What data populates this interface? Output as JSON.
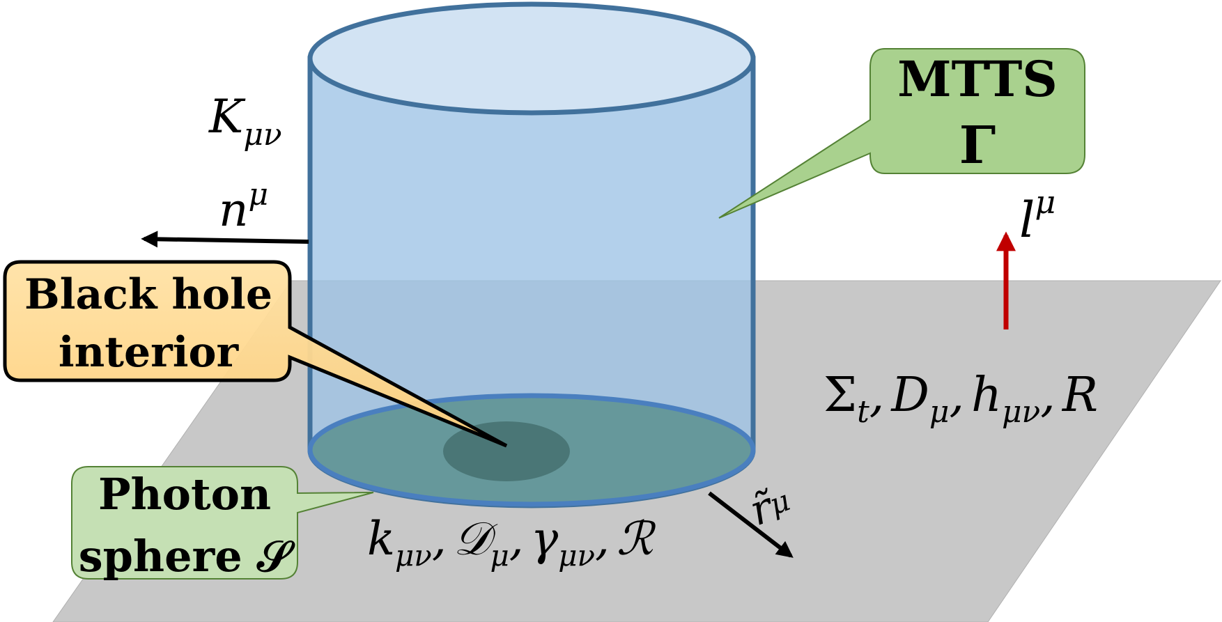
{
  "colors": {
    "plane": "#c8c8c8",
    "cylinder_fill": "#9dc3e6",
    "cylinder_top": "#d2e3f3",
    "cylinder_stroke": "#41719c",
    "base_fill": "#5f9494",
    "inner_disk": "#4a7676",
    "mtts_box": "#a9d18e",
    "photon_box": "#c5e0b4",
    "box_stroke": "#548235",
    "bh_box_top": "#ffe2a6",
    "bh_box_bottom": "#ffcf7a",
    "normal_arrow": "#c00000"
  },
  "labels": {
    "mtts_line1": "MTTS",
    "mtts_line2": "Γ",
    "bh_line1": "Black hole",
    "bh_line2": "interior",
    "photon_line1": "Photon",
    "photon_line2": "sphere 𝒮"
  },
  "symbols": {
    "K_base": "K",
    "K_sub": "μν",
    "n_base": "n",
    "n_sup": "μ",
    "l_base": "l",
    "l_sup": "μ",
    "r_base": "r̃",
    "r_sup": "μ",
    "sigma_set": "Σ",
    "sigma_sub": "t",
    "D_base": "D",
    "D_sub": "μ",
    "h_base": "h",
    "h_sub": "μν",
    "R_plain": "R",
    "k_base": "k",
    "k_sub": "μν",
    "calD_base": "𝒟",
    "calD_sub": "μ",
    "gamma_base": "γ",
    "gamma_sub": "μν",
    "calR": "ℛ",
    "comma": ","
  }
}
